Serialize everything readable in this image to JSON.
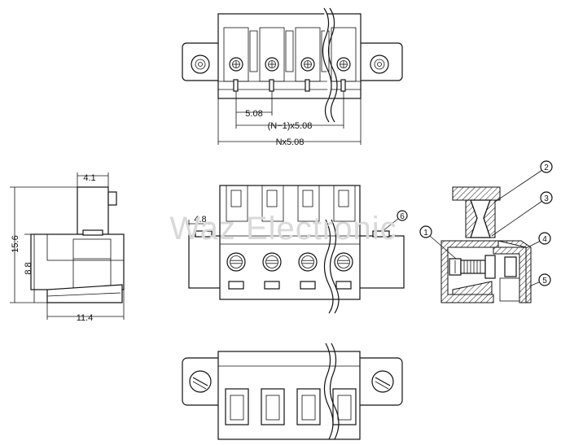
{
  "watermark": "Waz Electronic",
  "top_view": {
    "dim_pitch": "5.08",
    "dim_span": "(N−1)x5.08",
    "dim_overall": "Nx5.08"
  },
  "side_view": {
    "dim_top_width": "4.1",
    "dim_height": "15.6",
    "dim_body_height": "8.8",
    "dim_base_width": "11.4"
  },
  "front_view": {
    "dim_offset": "4.8",
    "callout_6": "6"
  },
  "section_view": {
    "callouts": [
      "1",
      "2",
      "3",
      "4",
      "5"
    ]
  },
  "icons": [
    "screw-head-icon",
    "mounting-hole-icon"
  ]
}
